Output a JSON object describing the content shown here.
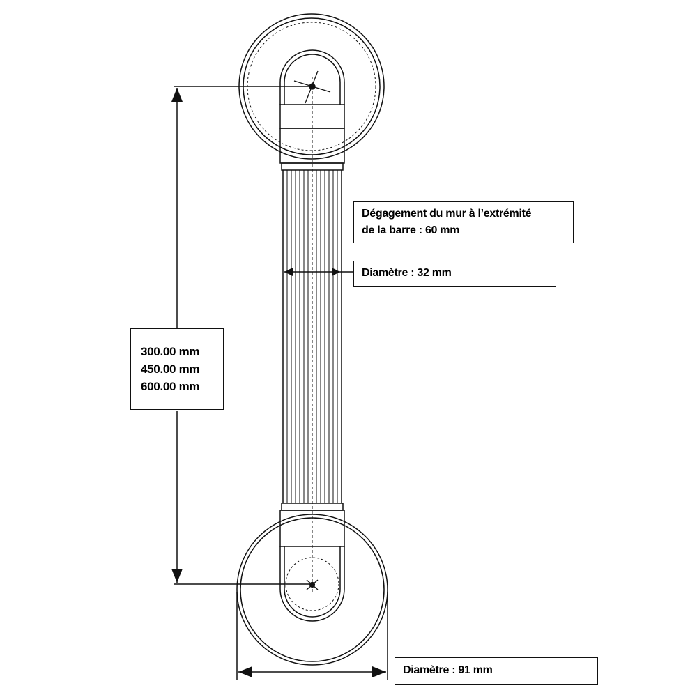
{
  "labels": {
    "length": [
      "300.00 mm",
      "450.00 mm",
      "600.00 mm"
    ],
    "clearance": [
      "Dégagement du mur à l’extrémité",
      "de la barre : 60 mm"
    ],
    "bar_diameter": "Diamètre : 32 mm",
    "plate_diameter": "Diamètre : 91 mm"
  },
  "colors": {
    "line": "#111111",
    "background": "#ffffff"
  }
}
